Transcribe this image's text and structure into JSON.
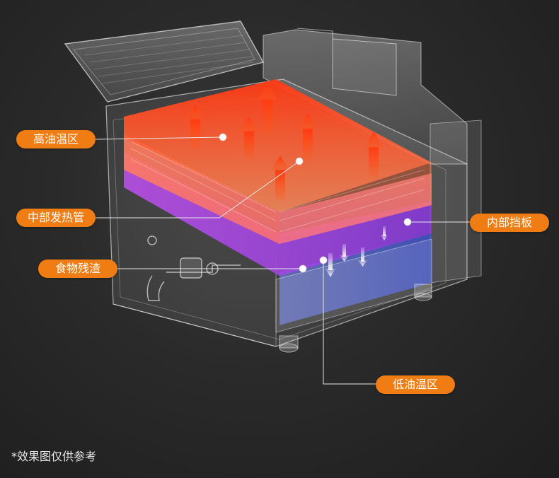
{
  "callouts": {
    "high_oil_zone": "高油温区",
    "middle_heating_tube": "中部发热管",
    "food_residue": "食物残渣",
    "internal_baffle": "内部挡板",
    "low_oil_zone": "低油温区"
  },
  "footnote": "*效果图仅供参考",
  "colors": {
    "callout_bg": "#f07d14",
    "hot_zone": "#ff4a1c",
    "heating_zone": "#f07ad0",
    "baffle_zone": "#a13fe0",
    "low_zone": "#4a5ed8",
    "background": "#232323"
  }
}
